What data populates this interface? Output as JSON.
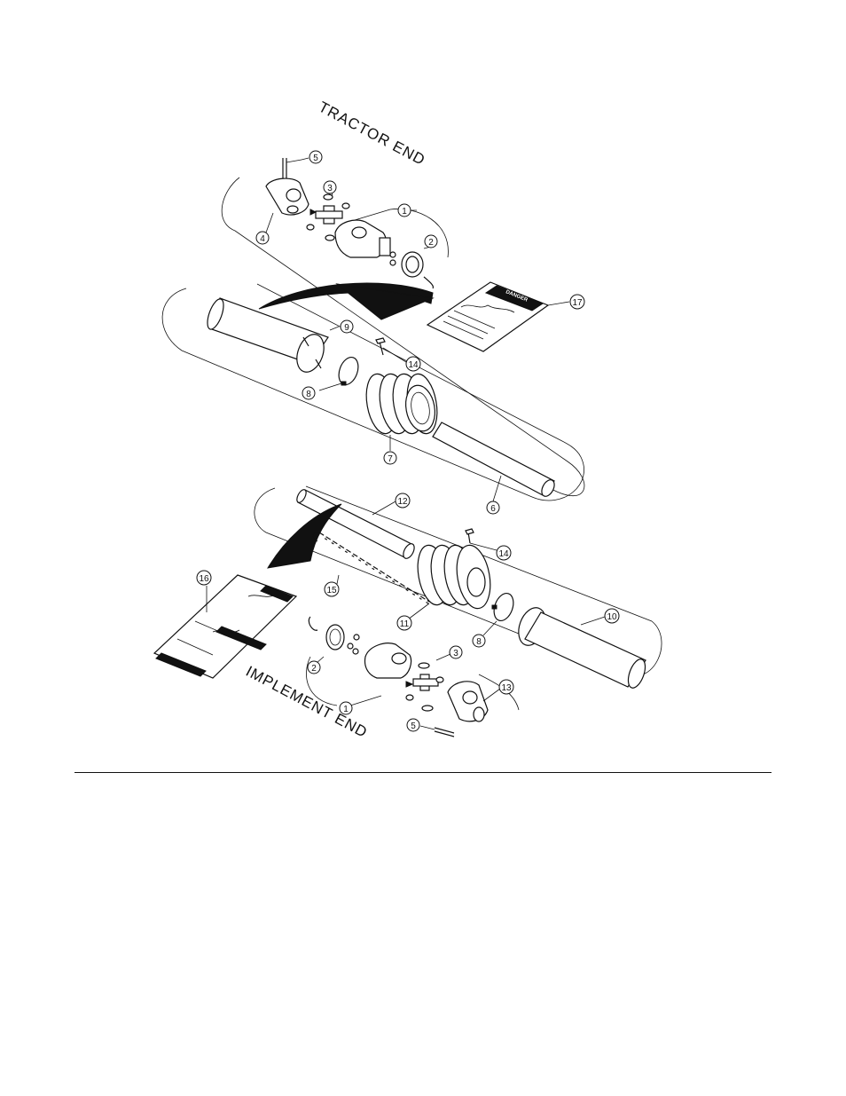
{
  "labels": {
    "tractor_end": "TRACTOR END",
    "implement_end": "IMPLEMENT END"
  },
  "callouts": {
    "c1a": "1",
    "c2a": "2",
    "c3a": "3",
    "c4": "4",
    "c5a": "5",
    "c6": "6",
    "c7": "7",
    "c8a": "8",
    "c9": "9",
    "c14a": "14",
    "c17": "17",
    "c12": "12",
    "c14b": "14",
    "c15": "15",
    "c11": "11",
    "c16": "16",
    "c8b": "8",
    "c10": "10",
    "c2b": "2",
    "c1b": "1",
    "c3b": "3",
    "c13": "13",
    "c5b": "5"
  },
  "decals": {
    "danger": "DANGER"
  },
  "colors": {
    "ink": "#111111",
    "paper": "#ffffff"
  }
}
